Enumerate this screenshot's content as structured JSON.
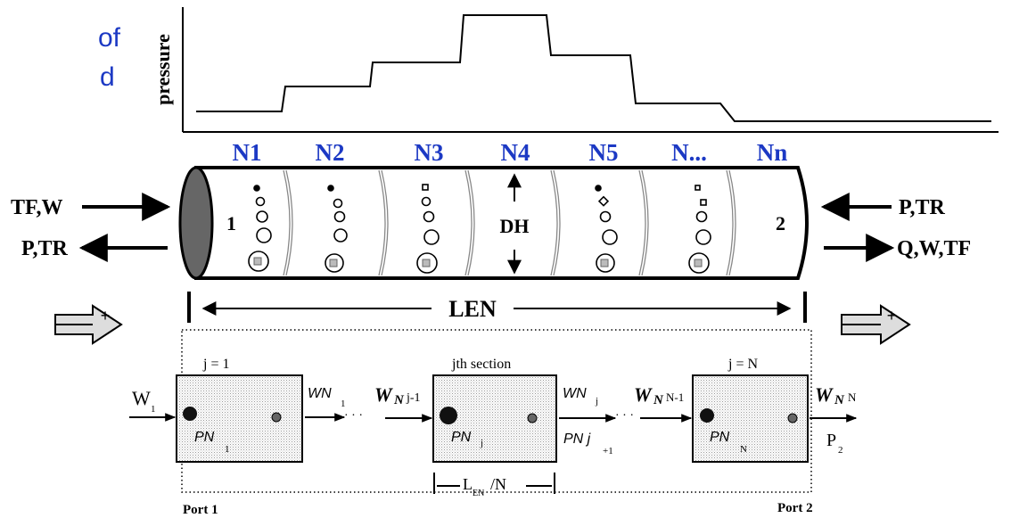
{
  "colors": {
    "blue": "#1c39c4",
    "ink": "#000000",
    "wall": "#666666",
    "fill": "#d9d9d9"
  },
  "partial_heading": {
    "line1": "of",
    "line2": "d"
  },
  "pressure_label": "pressure",
  "nodes": [
    "N1",
    "N2",
    "N3",
    "N4",
    "N5",
    "N...",
    "Nn"
  ],
  "pipe": {
    "end1_label": "1",
    "end2_label": "2",
    "diameter_label": "DH",
    "length_label": "LEN",
    "left_in": "TF,W",
    "left_out": "P,TR",
    "right_in": "P,TR",
    "right_out": "Q,W,TF"
  },
  "sections": {
    "first": {
      "title": "j = 1",
      "w_in": "W",
      "w_in_sub": "1",
      "w_out": "WN",
      "w_out_sub": "1",
      "pn": "PN",
      "pn_sub": "1"
    },
    "middle": {
      "title": "jth section",
      "w_in": "W",
      "w_in_n": "N",
      "w_in_sub": "j-1",
      "w_out": "WN",
      "w_out_sub": "j",
      "pn": "PN",
      "pn_sub": "j",
      "pn_next": "PN j",
      "pn_next_sub": "+1"
    },
    "last": {
      "title": "j = N",
      "w_in": "W",
      "w_in_n": "N",
      "w_in_sub": "N-1",
      "w_out": "W",
      "w_out_n": "N",
      "w_out_sub": "N",
      "pn": "PN",
      "pn_sub": "N",
      "p_out": "P",
      "p_out_sub": "2"
    },
    "length_label": "L",
    "length_sub": "EN",
    "length_tail": "/N",
    "ellipsis": "· · ·"
  },
  "port1": "Port 1",
  "port2": "Port 2",
  "plus": "+"
}
